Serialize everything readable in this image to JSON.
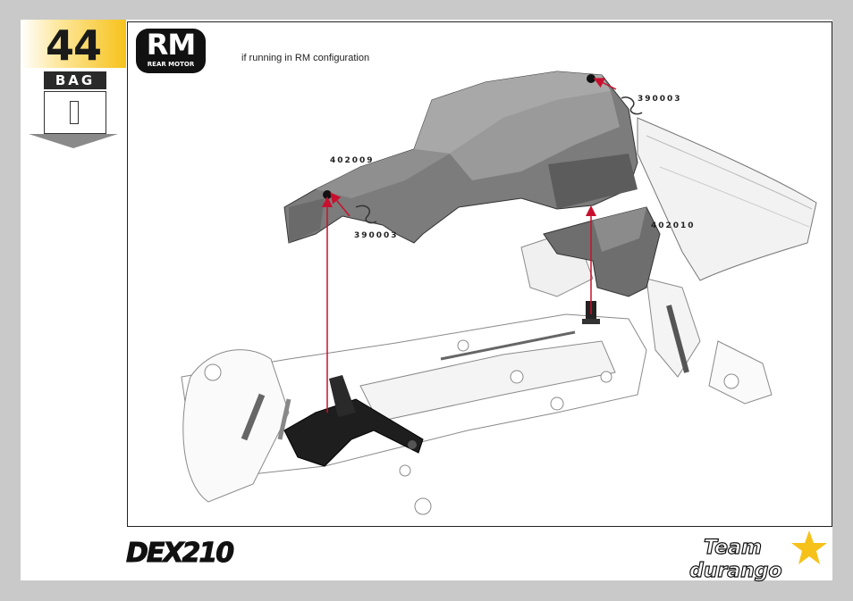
{
  "step": {
    "number": "44"
  },
  "bag": {
    "label": "BAG",
    "number": ""
  },
  "badge": {
    "big": "RM",
    "small": "REAR MOTOR"
  },
  "note": "if running in RM configuration",
  "parts": {
    "clip_top_right": "390003",
    "body_shell": "402009",
    "clip_left": "390003",
    "body_mount": "402010"
  },
  "logos": {
    "dex": "DEX210",
    "team_durango_line1": "Team",
    "team_durango_line2": "durango"
  },
  "colors": {
    "step_tab": "#f6c21a",
    "assembly_arrows": "#c8102e",
    "logo_star": "#f6c21a"
  }
}
